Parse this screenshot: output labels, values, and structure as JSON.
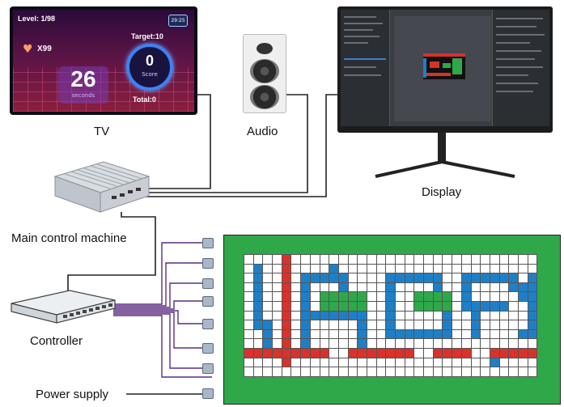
{
  "labels": {
    "tv": "TV",
    "audio": "Audio",
    "display": "Display",
    "main_control": "Main control machine",
    "controller": "Controller",
    "power_supply": "Power supply"
  },
  "tv_game": {
    "level": "Level: 1/98",
    "clock": "29:25",
    "lives": "X99",
    "time_value": "26",
    "time_unit": "seconds",
    "target": "Target:10",
    "score_value": "0",
    "score_label": "Score",
    "total": "Total:0"
  },
  "colors": {
    "floor_green": "#2fa84a",
    "tile_white": "#ffffff",
    "tile_blue": "#1e7fc6",
    "tile_green": "#2fa84a",
    "tile_red": "#d9312b",
    "wire_purple": "#5b2d82",
    "wire_dark": "#222222",
    "port_grey": "#a9b8c8"
  },
  "floor": {
    "cols": 31,
    "rows": 13,
    "pattern": [
      "WWWWRWWWWWWWWWWWWWWWWWWWWWWWWWW",
      "WBWWRWWWWBWWWWWWWWWWWWWWWWWWWWW",
      "WBWWRWBBBBBWWWWBBBBBBWWBBBBBBWB",
      "WBWWRWBWWWBWWWWBWWWWBWWBWWWWBBB",
      "WBWWRWBWGGGGGWWBWWGGGGWBWWWWWBB",
      "WBWWRWBWGGGGGWWBWWGGGGWBBBBBWWB",
      "WBWWRWBBBBBBBWWBWWWWWBWWBWWWWWB",
      "WBBWRWBWWWWWBWWBWWWWWBWWBWWWWWB",
      "WWBWRWBWWWWWBWWBBBBBBBWWBWWWWBB",
      "WWBWRWBWWWWWBWWWWWWWWWWWWWWWWWW",
      "RRRRRRRRRWWRRRRRRRWWRRRRWWRRRRR",
      "WWWWRWWWWWWWWWWWWWWWWWWWWWBWWWW",
      "WWWWWWWWWWWWWWWWWWWWWWWWWWWWWWW"
    ]
  }
}
